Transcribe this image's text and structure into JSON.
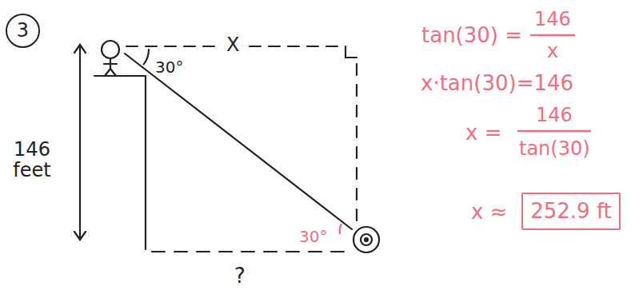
{
  "diagram": {
    "nodes": [
      {
        "text": [
          "3"
        ]
      },
      {
        "text": [
          "252.9 ft"
        ]
      }
    ],
    "labels": [
      "X",
      "30°",
      "146 feet",
      "30°",
      "?",
      "tan(30) =",
      "146",
      "x",
      "x·tan(30)=146",
      "x =",
      "146",
      "tan(30)",
      "x ≈"
    ]
  }
}
